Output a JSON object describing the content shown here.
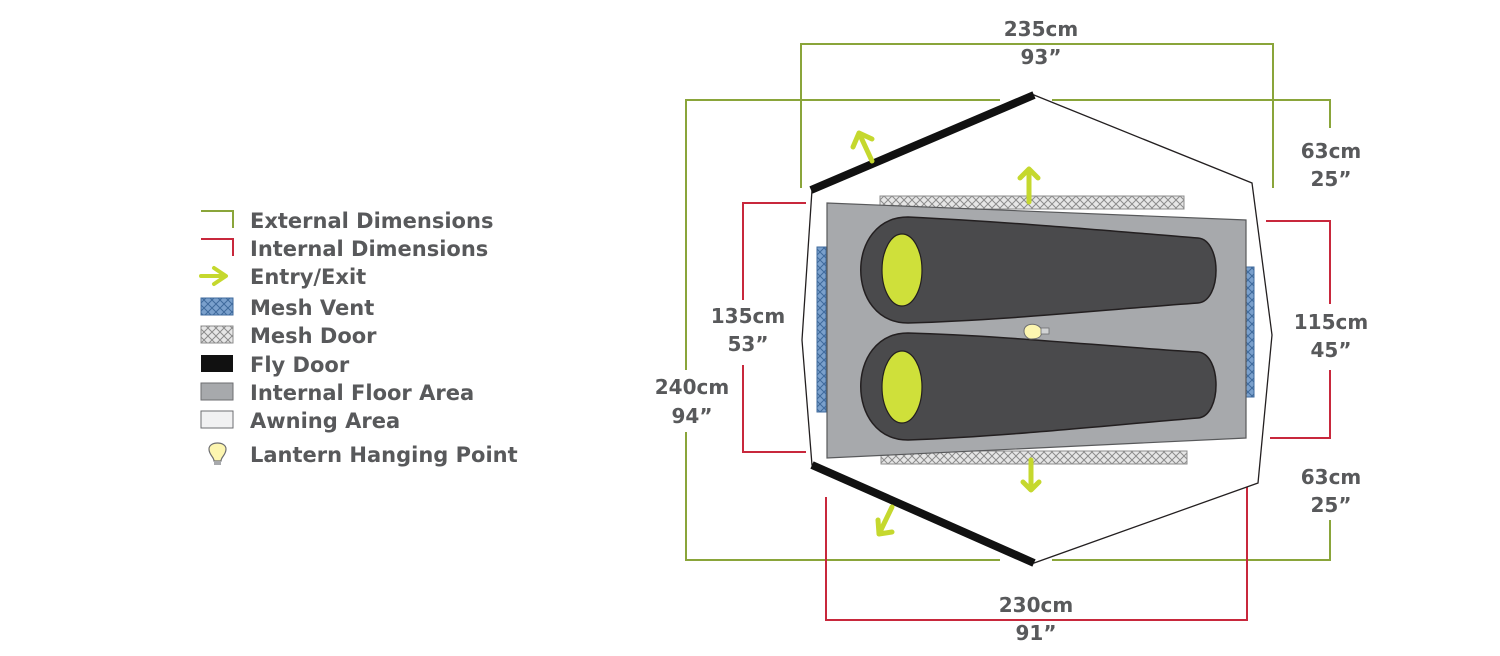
{
  "colors": {
    "external": "#8aa53a",
    "internal": "#c8283c",
    "arrow": "#c5d82e",
    "mesh_vent": "#5b86b6",
    "fly_door": "#111111",
    "floor": "#a7a9ac",
    "sleeping_bag": "#4a4a4c",
    "head_oval": "#cfe03a",
    "text": "#58595b"
  },
  "legend": {
    "external_dimensions": "External Dimensions",
    "internal_dimensions": "Internal Dimensions",
    "entry_exit": "Entry/Exit",
    "mesh_vent": "Mesh Vent",
    "mesh_door": "Mesh Door",
    "fly_door": "Fly Door",
    "internal_floor_area": "Internal Floor Area",
    "awning_area": "Awning Area",
    "lantern_hanging_point": "Lantern Hanging Point"
  },
  "dimensions": {
    "top_external": {
      "metric": "235cm",
      "imperial": "93”"
    },
    "right_top_external": {
      "metric": "63cm",
      "imperial": "25”"
    },
    "right_internal": {
      "metric": "115cm",
      "imperial": "45”"
    },
    "right_bottom_external": {
      "metric": "63cm",
      "imperial": "25”"
    },
    "left_internal": {
      "metric": "135cm",
      "imperial": "53”"
    },
    "left_external": {
      "metric": "240cm",
      "imperial": "94”"
    },
    "bottom_internal": {
      "metric": "230cm",
      "imperial": "91”"
    }
  }
}
